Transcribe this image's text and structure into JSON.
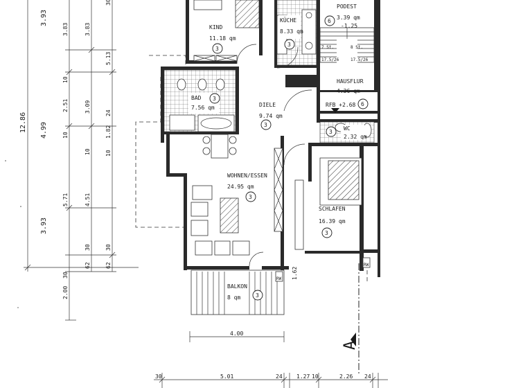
{
  "rooms": {
    "kind": {
      "name": "KIND",
      "area": "11.18 qm",
      "badge": "3"
    },
    "kueche": {
      "name": "KÜCHE",
      "area": "8.33 qm",
      "badge": "3"
    },
    "podest": {
      "name": "PODEST",
      "area": "3.39 qm",
      "level": "-1.25",
      "badge": "6"
    },
    "bad": {
      "name": "BAD",
      "area": "7.56 qm",
      "badge": "3"
    },
    "diele": {
      "name": "DIELE",
      "area": "9.74 qm",
      "badge": "3"
    },
    "hausflur": {
      "name": "HAUSFLUR",
      "area": "4.36 qm",
      "level": "RFB +2.68",
      "badge": "6"
    },
    "wc": {
      "name": "WC",
      "area": "2.32 qm",
      "badge": "3"
    },
    "wohnen": {
      "name": "WOHNEN/ESSEN",
      "area": "24.95 qm",
      "badge": "3"
    },
    "schlafen": {
      "name": "SCHLAFEN",
      "area": "16.39 qm",
      "badge": "3"
    },
    "balkon": {
      "name": "BALKON",
      "area": "8 qm",
      "badge": "3"
    }
  },
  "stairs": {
    "left": "7 St.",
    "left_ratio": "17.5/26",
    "right": "8 St.",
    "right_ratio": "17.5/26"
  },
  "markers": {
    "rw1": "RW",
    "rw2": "RW",
    "section": "A",
    "sill": "1.62"
  },
  "dims_left": {
    "total": "12.86",
    "major": [
      "3.93",
      "4.99",
      "3.93"
    ],
    "col2": [
      "3.83",
      "2.51",
      "10",
      "5.71",
      "10",
      "30",
      "2.00"
    ],
    "col3": [
      "3.83",
      "5.13",
      "3.09",
      "1.82",
      "4.51",
      "30",
      "62"
    ],
    "small": [
      "30",
      "10",
      "24",
      "10",
      "62"
    ]
  },
  "dims_bottom": {
    "balkon_width": "4.00",
    "chain": [
      "30",
      "5.01",
      "24",
      "1.27",
      "10",
      "2.26",
      "24"
    ]
  }
}
